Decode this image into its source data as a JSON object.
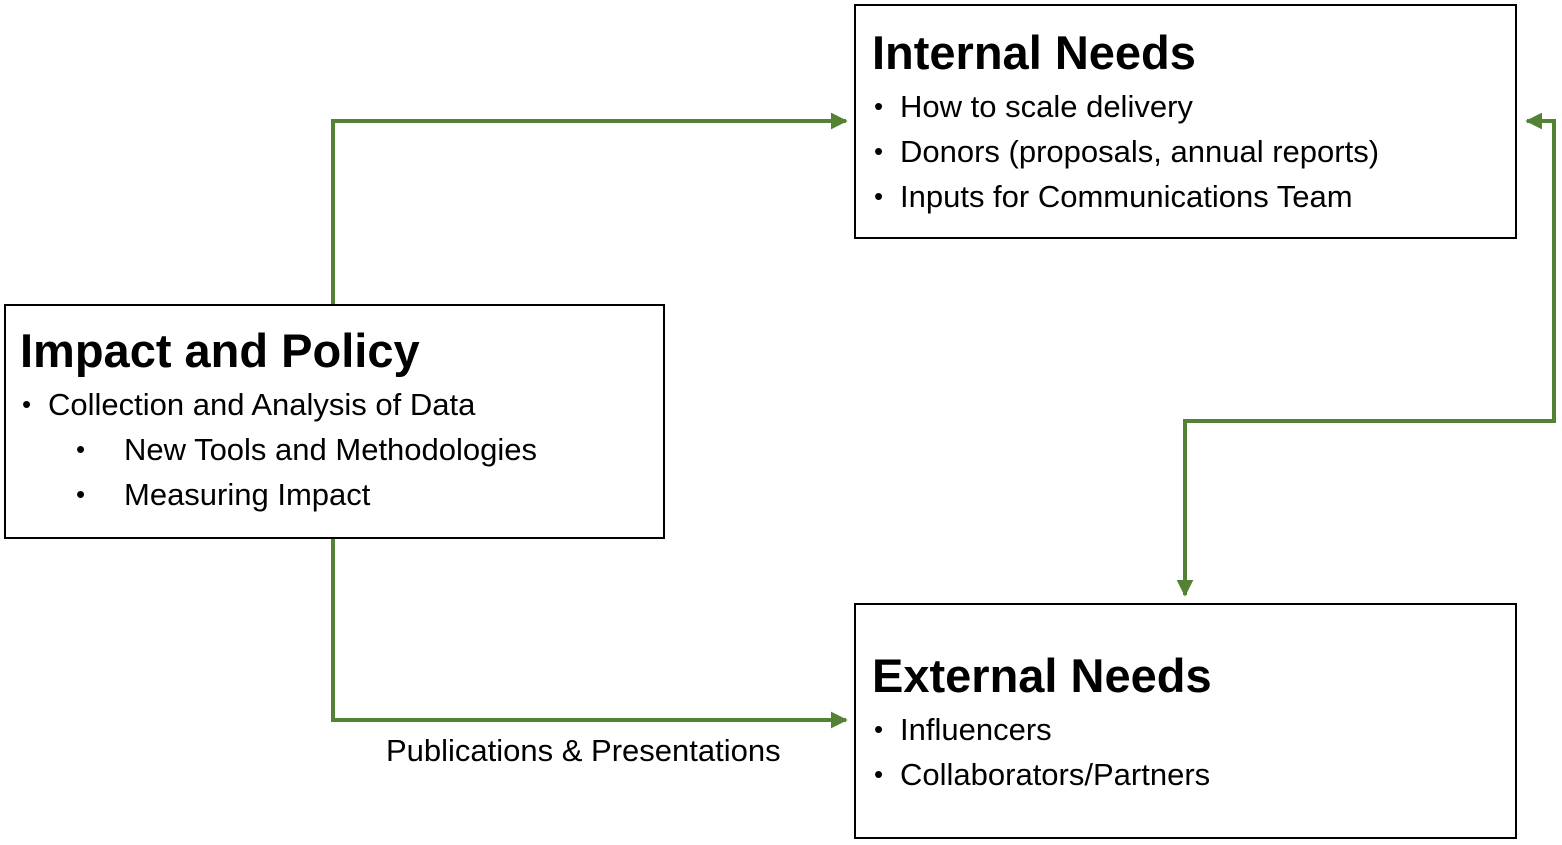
{
  "colors": {
    "connector": "#548235",
    "box_border": "#000000",
    "text": "#000000",
    "background": "#ffffff"
  },
  "icons": {
    "bullet": "•"
  },
  "impact_box": {
    "title": "Impact and Policy",
    "items": [
      "Collection and Analysis of Data",
      "New Tools and Methodologies",
      "Measuring Impact"
    ]
  },
  "internal_box": {
    "title": "Internal Needs",
    "items": [
      "How to scale delivery",
      "Donors (proposals, annual reports)",
      "Inputs for Communications Team"
    ]
  },
  "external_box": {
    "title": "External Needs",
    "items": [
      "Influencers",
      "Collaborators/Partners"
    ]
  },
  "edge_label": "Publications & Presentations"
}
